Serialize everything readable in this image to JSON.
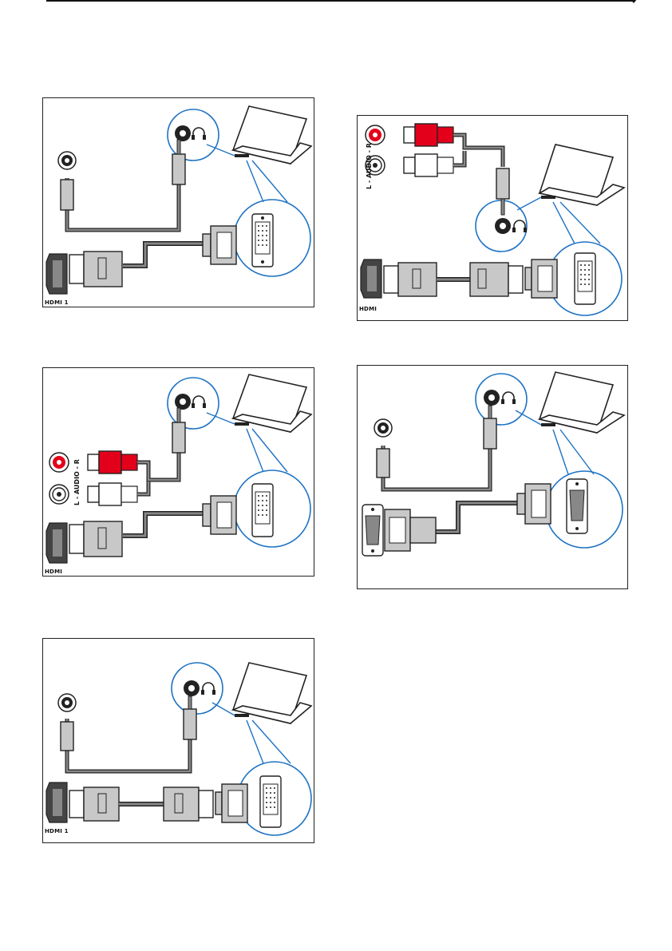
{
  "labels": {
    "hdmi1": "HDMI 1",
    "hdmi": "HDMI",
    "audio": "L - AUDIO - R"
  },
  "colors": {
    "red": "#e3001b",
    "blue": "#1f73c4",
    "cable": "#888888",
    "plug_fill": "#c8c8c8"
  }
}
